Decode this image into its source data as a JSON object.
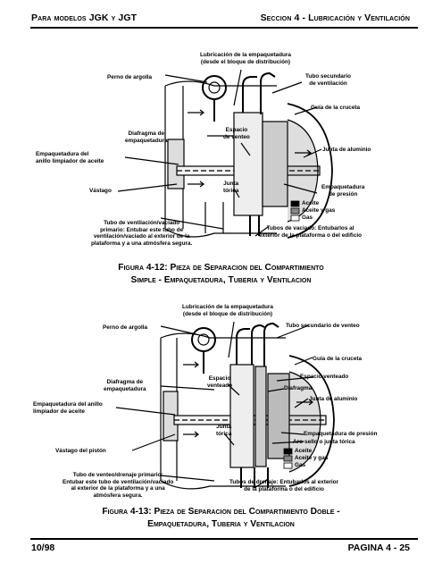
{
  "header": {
    "left": "Para modelos JGK y JGT",
    "right": "Seccion 4 - Lubricación y Ventilación"
  },
  "figure1": {
    "labels": {
      "lubricacion": "Lubricación de la empaquetadura\n(desde el bloque de distribución)",
      "perno": "Perno de argolla",
      "tubo_secundario": "Tubo secundario\nde ventilación",
      "guia": "Guía de la cruceta",
      "diafragma": "Diafragma de\nempaquetadura",
      "espacio": "Espacio\nde venteo",
      "junta_aluminio": "Junta de aluminio",
      "empaquetadura_anillo": "Empaquetadura del\nanillo limpiador de aceite",
      "vastago": "Vástago",
      "junta_torica": "Junta\ntórica",
      "empaquetadura_presion": "Empaquetadura\nde presión",
      "tubo_ventilacion": "Tubo de ventilación/vaciado\nprimario: Entubar este tubo de\nventilación/vaciado al exterior de la\nplataforma y a una atmósfera segura.",
      "tubos_vaciado": "Tubos de vaciado: Entubarlos al\nexterior de la plataforma o del edificio"
    },
    "legend": [
      "Aceite",
      "Aceite y gas",
      "Gas"
    ],
    "caption_line1": "Figura 4-12: Pieza de Separacion del Compartimiento",
    "caption_line2": "Simple - Empaquetadura, Tuberia y Ventilacion"
  },
  "figure2": {
    "labels": {
      "lubricacion": "Lubricación de la empaquetadura\n(desde el bloque de distribución)",
      "perno": "Perno de argolla",
      "tubo_secundario": "Tubo secundario de venteo",
      "guia": "Guía de la cruceta",
      "espacio_venteado_top": "Espacio venteado",
      "diafragma_right": "Diafragma",
      "diafragma": "Diafragma de\nempaquetadura",
      "espacio": "Espacio\nventeado",
      "junta_aluminio": "Junta de aluminio",
      "empaquetadura_anillo": "Empaquetadura del anillo\nlimpiador de aceite",
      "vastago": "Vástago del pistón",
      "junta_torica": "Junta\ntórica",
      "empaquetadura_presion": "Empaquetadura de presión",
      "aro_sello": "Aro-sello o junta tórica",
      "tubo_venteo": "Tubo de venteo/drenaje primario:\nEntubar este tubo de ventilación/vaciado\nal exterior de la plataforma y a una\natmósfera segura.",
      "tubos_drenaje": "Tubos de drenaje: Entubarlos al exterior\nde la plataforma o del edificio"
    },
    "legend": [
      "Aceite",
      "Aceite y gas",
      "Gas"
    ],
    "caption_line1": "Figura 4-13: Pieza de Separacion del Compartimiento Doble -",
    "caption_line2": "Empaquetadura, Tuberia y Ventilacion"
  },
  "footer": {
    "left": "10/98",
    "right": "PAGINA 4 - 25"
  }
}
